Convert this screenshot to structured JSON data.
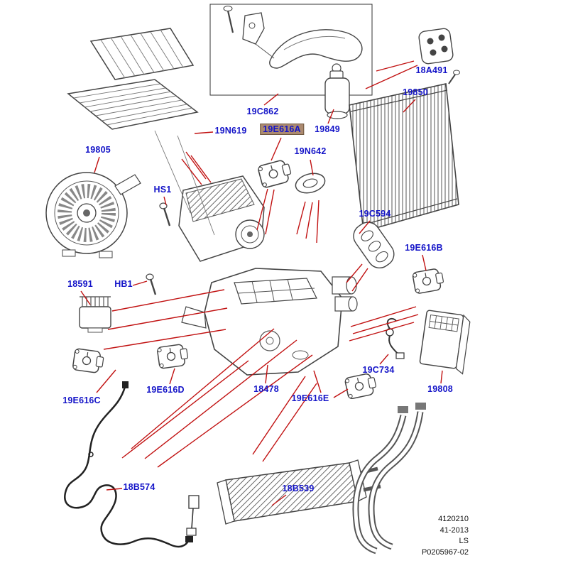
{
  "diagram_title": "HVAC heater and air conditioning exploded parts diagram",
  "highlighted_part": "19E616A",
  "colors": {
    "label_text": "#1414c8",
    "leader_line": "#c11111",
    "highlight_bg": "#ab8a70",
    "highlight_border": "#6e573f",
    "line_art": "#444444"
  },
  "labels": {
    "19805": "19805",
    "19N619": "19N619",
    "19C862": "19C862",
    "19E616A": "19E616A",
    "19849": "19849",
    "19N642": "19N642",
    "18A491": "18A491",
    "19850": "19850",
    "HS1": "HS1",
    "19C594": "19C594",
    "19E616B": "19E616B",
    "18591": "18591",
    "HB1": "HB1",
    "19E616C": "19E616C",
    "19E616D": "19E616D",
    "18478": "18478",
    "19E616E": "19E616E",
    "19C734": "19C734",
    "19808": "19808",
    "18B574": "18B574",
    "18B539": "18B539"
  },
  "footer": {
    "line1": "4120210",
    "line2": "41-2013",
    "line3": "LS",
    "line4": "P0205967-02"
  }
}
